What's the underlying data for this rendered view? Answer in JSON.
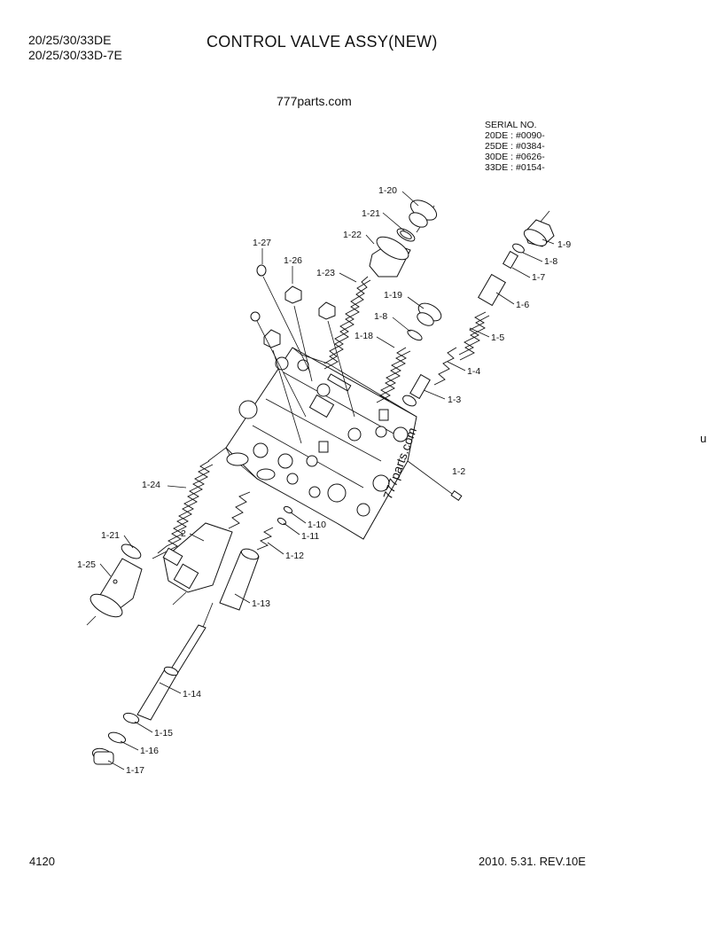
{
  "header": {
    "model_line1": "20/25/30/33DE",
    "model_line2": "20/25/30/33D-7E",
    "title": "CONTROL VALVE ASSY(NEW)"
  },
  "watermark": {
    "top": "777parts.com",
    "rotated": "777parts.com"
  },
  "serial": {
    "heading": "SERIAL NO.",
    "rows": [
      "20DE : #0090-",
      "25DE : #0384-",
      "30DE : #0626-",
      "33DE : #0154-"
    ]
  },
  "callouts": {
    "c1_20": "1-20",
    "c1_21a": "1-21",
    "c1_22": "1-22",
    "c1_27": "1-27",
    "c1_26": "1-26",
    "c1_23": "1-23",
    "c1_19": "1-19",
    "c1_8a": "1-8",
    "c1_18": "1-18",
    "c1_9": "1-9",
    "c1_8b": "1-8",
    "c1_7": "1-7",
    "c1_6": "1-6",
    "c1_5": "1-5",
    "c1_4": "1-4",
    "c1_3": "1-3",
    "c1_2": "1-2",
    "c1_24": "1-24",
    "c2": "2",
    "c1_21b": "1-21",
    "c1_25": "1-25",
    "c1_10": "1-10",
    "c1_11": "1-11",
    "c1_12": "1-12",
    "c1_13": "1-13",
    "c1_14": "1-14",
    "c1_15": "1-15",
    "c1_16": "1-16",
    "c1_17": "1-17"
  },
  "footer": {
    "code": "4120",
    "revision": "2010. 5.31.  REV.10E"
  },
  "stray_char": "u"
}
